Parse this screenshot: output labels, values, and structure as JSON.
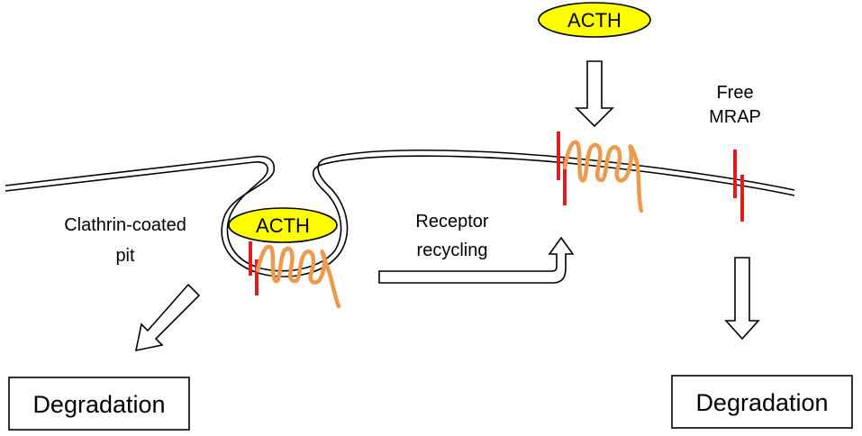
{
  "colors": {
    "ligand_fill": "#ffff00",
    "mrap": "#e31b1b",
    "receptor": "#ee9a4d",
    "membrane": "#000000",
    "arrow": "#000000",
    "background": "#ffffff"
  },
  "ligand_free": {
    "label": "ACTH"
  },
  "ligand_pit": {
    "label": "ACTH"
  },
  "labels": {
    "clathrin_line1": "Clathrin-coated",
    "clathrin_line2": "pit",
    "recycling_line1": "Receptor",
    "recycling_line2": "recycling",
    "free_mrap_line1": "Free",
    "free_mrap_line2": "MRAP"
  },
  "boxes": {
    "left": "Degradation",
    "right": "Degradation"
  },
  "icons": {
    "receptor": "gpcr-coil-icon",
    "mrap": "mrap-bar-icon",
    "arrow": "hollow-arrow-icon"
  }
}
